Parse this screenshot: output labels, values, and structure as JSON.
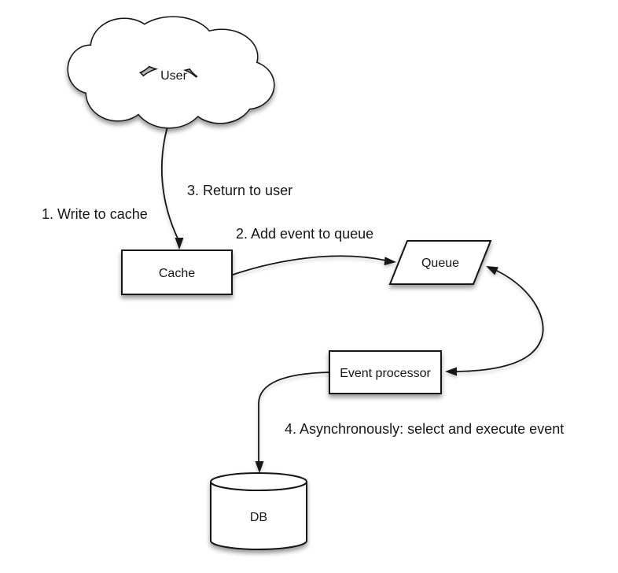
{
  "diagram": {
    "type": "flow-diagram",
    "background_color": "#ffffff",
    "stroke_color": "#161616",
    "shape_fill_color": "#ffffff",
    "text_color": "#161616",
    "nodes": {
      "user": {
        "label": "User",
        "shape": "cloud"
      },
      "cache": {
        "label": "Cache",
        "shape": "rectangle"
      },
      "queue": {
        "label": "Queue",
        "shape": "parallelogram"
      },
      "event_processor": {
        "label": "Event processor",
        "shape": "rectangle"
      },
      "db": {
        "label": "DB",
        "shape": "cylinder"
      }
    },
    "steps": {
      "step1": "1. Write to cache",
      "step2": "2. Add event to queue",
      "step3": "3. Return to user",
      "step4": "4. Asynchronously: select and execute event"
    },
    "edges": [
      {
        "from": "user",
        "to": "cache",
        "style": "curved",
        "arrowheads": "end"
      },
      {
        "from": "cache",
        "to": "queue",
        "style": "curved",
        "arrowheads": "end"
      },
      {
        "from": "queue",
        "to": "event_processor",
        "style": "curved",
        "arrowheads": "both"
      },
      {
        "from": "event_processor",
        "to": "db",
        "style": "curved",
        "arrowheads": "end"
      }
    ]
  }
}
